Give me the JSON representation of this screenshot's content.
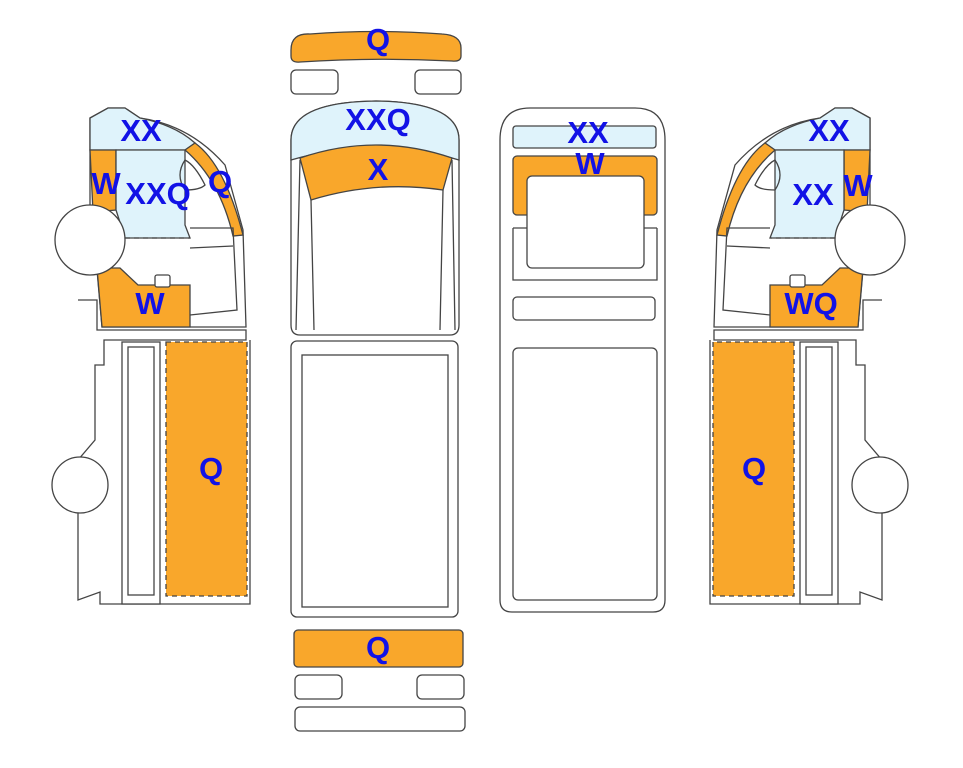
{
  "colors": {
    "damage_orange": "#f9a72b",
    "damage_blue": "#dff3fb",
    "label": "#1212e6"
  },
  "front_view": {
    "front_bumper": "Q",
    "windshield": "XXQ",
    "hood": "X",
    "rear_bumper": "Q"
  },
  "rear_view": {
    "rear_window": "XX",
    "rear_frame": "W"
  },
  "left_side": {
    "roof": "XX",
    "a_pillar": "W",
    "door": "XXQ",
    "window_arc": "Q",
    "lower_door": "W",
    "cargo_panel": "Q"
  },
  "right_side": {
    "roof": "XX",
    "door": "XX",
    "a_pillar": "W",
    "lower_door": "WQ",
    "cargo_panel": "Q"
  }
}
